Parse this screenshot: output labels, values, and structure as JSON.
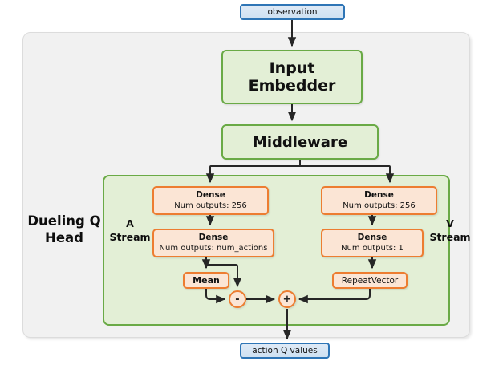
{
  "diagram": {
    "title_label": "Dueling Q Head",
    "a_stream_label": "A\nStream",
    "v_stream_label": "V\nStream",
    "colors": {
      "green_border": "#6aaa46",
      "green_fill": "#e3efd6",
      "orange_border": "#ed7d31",
      "orange_fill": "#fbe5d5",
      "blue_border": "#2e75b6",
      "blue_fill": "#cfe1f2",
      "gray_fill": "#f1f1f1",
      "arrow": "#262626"
    }
  },
  "io": {
    "input_label": "observation",
    "output_label": "action Q values"
  },
  "backbone": {
    "input_embedder": "Input Embedder",
    "middleware": "Middleware"
  },
  "a_stream": {
    "name": "A Stream",
    "label_line1": "A",
    "label_line2": "Stream",
    "dense1": {
      "title": "Dense",
      "subtitle": "Num outputs: 256"
    },
    "dense2": {
      "title": "Dense",
      "subtitle": "Num outputs: num_actions"
    },
    "mean": "Mean"
  },
  "v_stream": {
    "name": "V Stream",
    "label_line1": "V",
    "label_line2": "Stream",
    "dense1": {
      "title": "Dense",
      "subtitle": "Num outputs: 256"
    },
    "dense2": {
      "title": "Dense",
      "subtitle": "Num outputs: 1"
    },
    "repeat_vector": "RepeatVector"
  },
  "operators": {
    "subtract": "-",
    "add": "+"
  },
  "head": {
    "label_line1": "Dueling Q",
    "label_line2": "Head"
  }
}
